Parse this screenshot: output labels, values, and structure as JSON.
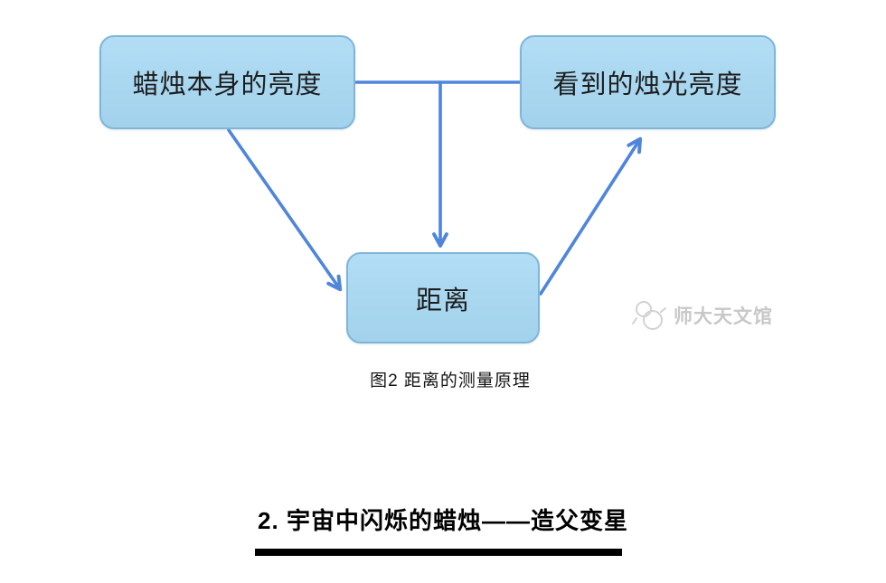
{
  "diagram": {
    "nodes": [
      {
        "id": "candle-intrinsic-brightness",
        "label": "蜡烛本身的亮度"
      },
      {
        "id": "observed-candlelight-brightness",
        "label": "看到的烛光亮度"
      },
      {
        "id": "distance",
        "label": "距离"
      }
    ],
    "edges": [
      {
        "from": "candle-intrinsic-brightness",
        "to": "observed-candlelight-brightness",
        "arrow": false
      },
      {
        "from": "candle-intrinsic-brightness",
        "to": "distance",
        "arrow": true
      },
      {
        "from": "connector-midpoint",
        "to": "distance",
        "arrow": true
      },
      {
        "from": "distance",
        "to": "observed-candlelight-brightness",
        "arrow": true
      }
    ],
    "watermark": {
      "text": "师大天文馆"
    },
    "colors": {
      "page_bg": "#ffffff",
      "node_fill_top": "#b2ddf5",
      "node_fill_bottom": "#a2d2ec",
      "node_border": "#7fb5d9",
      "arrow": "#4f86db",
      "watermark": "#c8c8c8",
      "heading_bar": "#000000"
    }
  },
  "caption": {
    "text": "图2 距离的测量原理"
  },
  "section_heading": {
    "text": "2. 宇宙中闪烁的蜡烛——造父变星"
  }
}
